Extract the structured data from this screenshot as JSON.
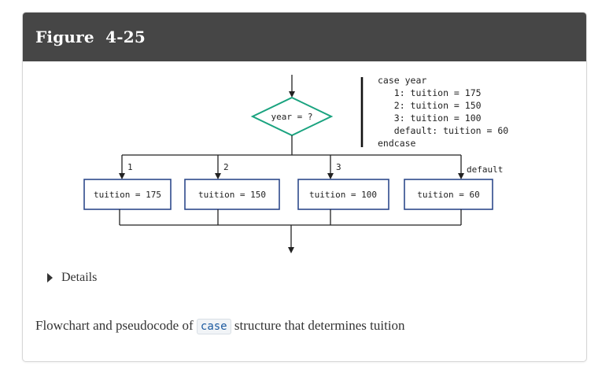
{
  "figure": {
    "title": "Figure  4-25",
    "caption_before": "Flowchart and pseudocode of ",
    "caption_code": "case",
    "caption_after": " structure that determines tuition",
    "details_label": "Details"
  },
  "flowchart": {
    "decision": "year = ?",
    "branch_labels": [
      "1",
      "2",
      "3",
      "default"
    ],
    "boxes": [
      "tuition = 175",
      "tuition = 150",
      "tuition = 100",
      "tuition = 60"
    ],
    "colors": {
      "decision_stroke": "#1aa37f",
      "box_stroke": "#2e4a8c",
      "line": "#222222"
    }
  },
  "pseudocode": {
    "lines": [
      "case year",
      "   1: tuition = 175",
      "   2: tuition = 150",
      "   3: tuition = 100",
      "   default: tuition = 60",
      "endcase"
    ]
  }
}
